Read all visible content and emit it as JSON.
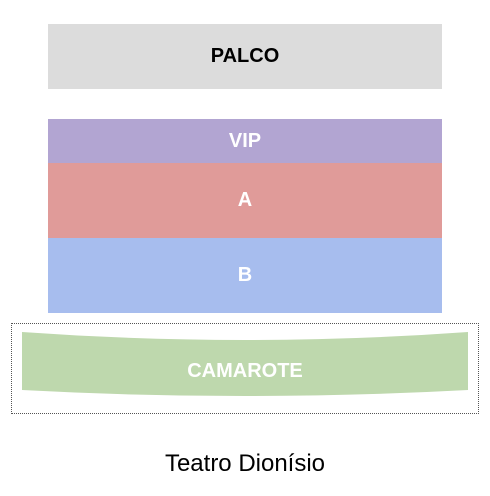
{
  "stage": {
    "label": "PALCO",
    "color": "#dcdcdc"
  },
  "sections": {
    "vip": {
      "label": "VIP",
      "color": "#b2a5d2"
    },
    "a": {
      "label": "A",
      "color": "#e09b99"
    },
    "b": {
      "label": "B",
      "color": "#a7bdee"
    }
  },
  "box": {
    "label": "CAMAROTE",
    "color": "#bed8ad"
  },
  "venue": {
    "name": "Teatro Dionísio"
  }
}
